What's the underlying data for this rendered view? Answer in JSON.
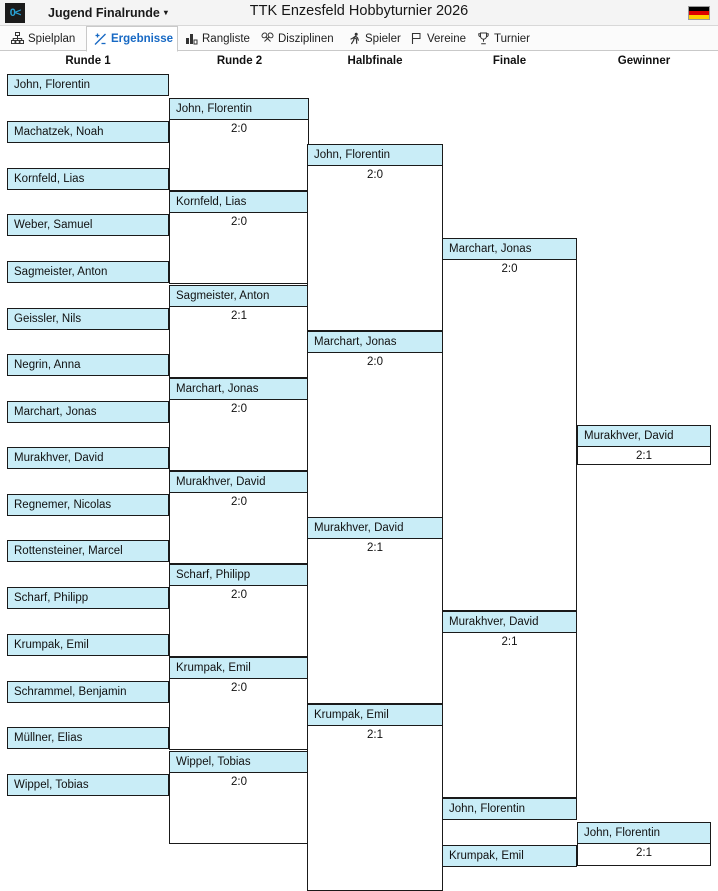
{
  "titlebar": {
    "logo_text": "0<",
    "group_label": "Jugend Finalrunde",
    "caret": "▾",
    "tournament_title": "TTK Enzesfeld Hobbyturnier 2026",
    "flag_name": "german-flag"
  },
  "tabs": [
    {
      "label": "Spielplan",
      "icon": "org-chart-icon",
      "active": false
    },
    {
      "label": "Ergebnisse",
      "icon": "results-icon",
      "active": true
    },
    {
      "label": "Rangliste",
      "icon": "bar-chart-icon",
      "active": false
    },
    {
      "label": "Disziplinen",
      "icon": "rackets-icon",
      "active": false
    },
    {
      "label": "Spieler",
      "icon": "runner-icon",
      "active": false
    },
    {
      "label": "Vereine",
      "icon": "flag-icon",
      "active": false
    },
    {
      "label": "Turnier",
      "icon": "trophy-icon",
      "active": false
    }
  ],
  "columns": [
    {
      "label": "Runde 1"
    },
    {
      "label": "Runde 2"
    },
    {
      "label": "Halbfinale"
    },
    {
      "label": "Finale"
    },
    {
      "label": "Gewinner"
    }
  ],
  "round1": [
    {
      "name": "John, Florentin"
    },
    {
      "name": "Machatzek, Noah"
    },
    {
      "name": "Kornfeld, Lias"
    },
    {
      "name": "Weber, Samuel"
    },
    {
      "name": "Sagmeister, Anton"
    },
    {
      "name": "Geissler, Nils"
    },
    {
      "name": "Negrin, Anna"
    },
    {
      "name": "Marchart, Jonas"
    },
    {
      "name": "Murakhver, David"
    },
    {
      "name": "Regnemer, Nicolas"
    },
    {
      "name": "Rottensteiner, Marcel"
    },
    {
      "name": "Scharf, Philipp"
    },
    {
      "name": "Krumpak, Emil"
    },
    {
      "name": "Schrammel, Benjamin"
    },
    {
      "name": "Müllner, Elias"
    },
    {
      "name": "Wippel, Tobias"
    }
  ],
  "round2": [
    {
      "winner": "John, Florentin",
      "score": "2:0"
    },
    {
      "winner": "Kornfeld, Lias",
      "score": "2:0"
    },
    {
      "winner": "Sagmeister, Anton",
      "score": "2:1"
    },
    {
      "winner": "Marchart, Jonas",
      "score": "2:0"
    },
    {
      "winner": "Murakhver, David",
      "score": "2:0"
    },
    {
      "winner": "Scharf, Philipp",
      "score": "2:0"
    },
    {
      "winner": "Krumpak, Emil",
      "score": "2:0"
    },
    {
      "winner": "Wippel, Tobias",
      "score": "2:0"
    }
  ],
  "halbfinale": [
    {
      "winner": "John, Florentin",
      "score": "2:0"
    },
    {
      "winner": "Marchart, Jonas",
      "score": "2:0"
    },
    {
      "winner": "Murakhver, David",
      "score": "2:1"
    },
    {
      "winner": "Krumpak, Emil",
      "score": "2:1"
    }
  ],
  "finale": [
    {
      "winner": "Marchart, Jonas",
      "score": "2:0"
    },
    {
      "winner": "Murakhver, David",
      "score": "2:1"
    }
  ],
  "gewinner": [
    {
      "winner": "Murakhver, David",
      "score": "2:1"
    }
  ],
  "thirdplace": {
    "p1": "John, Florentin",
    "p2": "Krumpak, Emil",
    "winner": "John, Florentin",
    "score": "2:1"
  }
}
